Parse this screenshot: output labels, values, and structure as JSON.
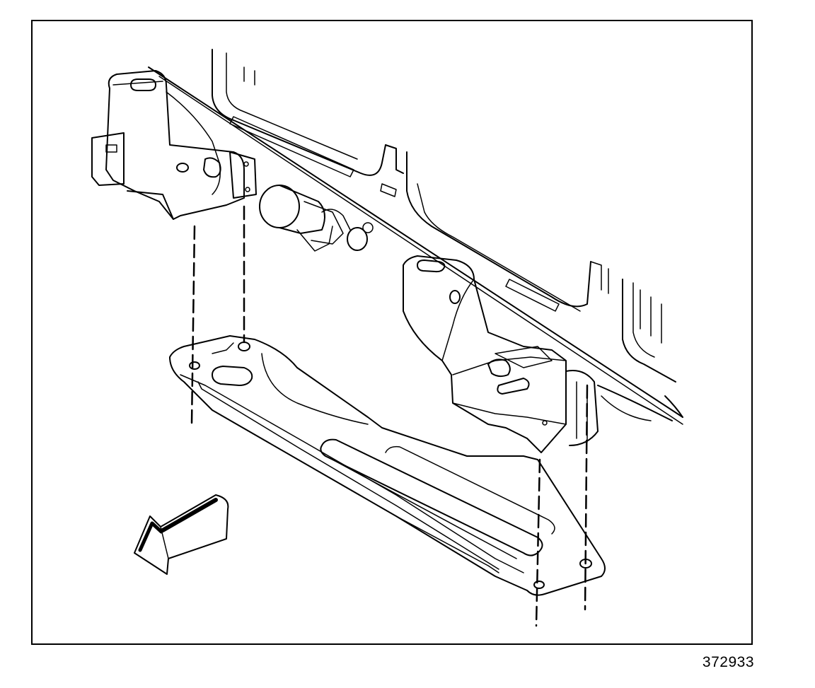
{
  "figure": {
    "number": "372933"
  },
  "illustration": {
    "subject": "crossmember-underbody-mounting",
    "parts": [
      "frame-rail",
      "left-mount-bracket",
      "right-mount-bracket",
      "crossmember-plate",
      "cylindrical-component",
      "front-direction-arrow"
    ],
    "alignment_lines": 4,
    "line_color": "#000000",
    "fill_color": "#ffffff"
  }
}
